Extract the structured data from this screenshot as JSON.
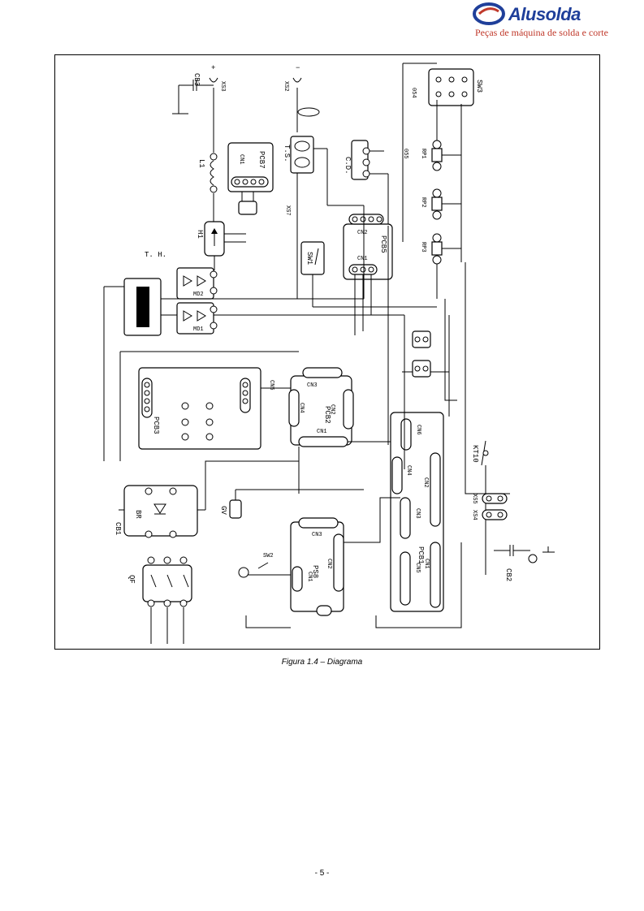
{
  "header": {
    "brand": "Alusolda",
    "tagline": "Peças de máquina de solda e corte",
    "brand_color": "#1f3f9a",
    "tagline_color": "#c0392b"
  },
  "diagram": {
    "labels": {
      "cb3": "CB3",
      "xs3": "XS3",
      "xs2": "XS2",
      "sw3": "SW3",
      "q54": "054",
      "l1": "L1",
      "pcb7": "PCB7",
      "cn1_top": "CN1",
      "ts": "T.S.",
      "cd": "C.D.",
      "xs7": "XS7",
      "q55": "055",
      "rp1": "RP1",
      "rp2": "RP2",
      "rp3": "RP3",
      "h1": "H1",
      "th": "T. H.",
      "sw1": "SW1",
      "pcb5": "PCB5",
      "cn2_pcb5": "CN2",
      "cn1_pcb5": "CN1",
      "md2": "MD2",
      "md1": "MD1",
      "pcb3": "PCB3",
      "pcb2": "PCB2",
      "cn2_pcb2": "CN2",
      "cn3_pcb2": "CN3",
      "cn4_pcb2": "CN4",
      "cn1_pcb2": "CN1",
      "cn5_pcb2": "CN5",
      "kt10": "KT10",
      "xs5": "XS5",
      "xs4": "XS4",
      "cb1": "CB1",
      "br": "BR",
      "gv": "GV",
      "ps8": "PS8",
      "cn1_ps8": "CN1",
      "cn2_ps8": "CN2",
      "cn3_ps8": "CN3",
      "sw2": "SW2",
      "pcb1": "PCB1",
      "cn1_pcb1": "CN1",
      "cn2_pcb1": "CN2",
      "cn3_pcb1": "CN3",
      "cn4_pcb1": "CN4",
      "cn5_pcb1": "CN5",
      "cn6_pcb1": "CN6",
      "cb2": "CB2",
      "qf": "QF",
      "plus": "+",
      "minus": "−"
    }
  },
  "caption": "Figura 1.4 – Diagrama",
  "page_number": "- 5 -"
}
